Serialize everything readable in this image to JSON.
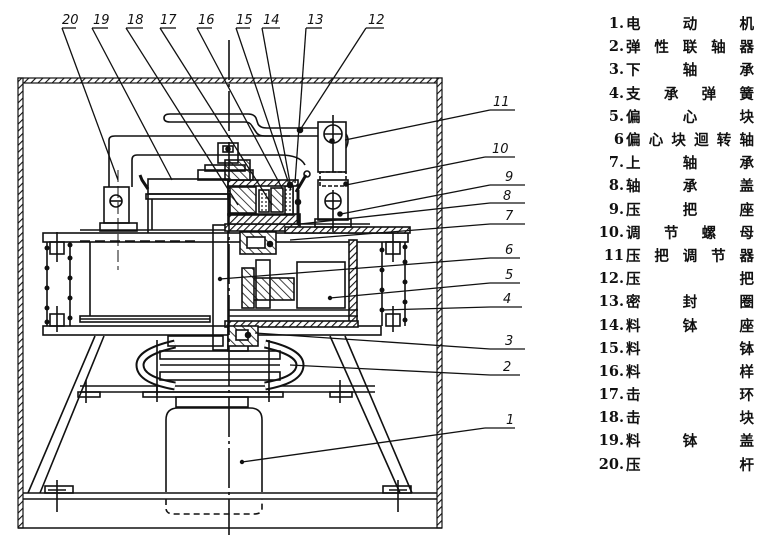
{
  "figure": {
    "title": "Vibrating disc mill structure diagram",
    "callouts": [
      "1",
      "2",
      "3",
      "4",
      "5",
      "6",
      "7",
      "8",
      "9",
      "10",
      "11",
      "12",
      "13",
      "14",
      "15",
      "16",
      "17",
      "18",
      "19",
      "20"
    ]
  },
  "legend": {
    "items": [
      {
        "num": "1.",
        "label": "电 动 机",
        "parts": [
          "电",
          "动",
          "机"
        ]
      },
      {
        "num": "2.",
        "label": "弹性联轴器",
        "parts": [
          "弹",
          "性",
          "联",
          "轴",
          "器"
        ]
      },
      {
        "num": "3.",
        "label": "下 轴 承",
        "parts": [
          "下",
          "轴",
          "承"
        ]
      },
      {
        "num": "4.",
        "label": "支承弹簧",
        "parts": [
          "支",
          "承",
          "弹",
          "簧"
        ]
      },
      {
        "num": "5.",
        "label": "偏 心 块",
        "parts": [
          "偏",
          "心",
          "块"
        ]
      },
      {
        "num": "6",
        "label": "偏心块迴转轴",
        "parts": [
          "偏",
          "心",
          "块",
          "迴",
          "转",
          "轴"
        ]
      },
      {
        "num": "7.",
        "label": "上 轴 承",
        "parts": [
          "上",
          "轴",
          "承"
        ]
      },
      {
        "num": "8.",
        "label": "轴 承 盖",
        "parts": [
          "轴",
          "承",
          "盖"
        ]
      },
      {
        "num": "9.",
        "label": "压 把 座",
        "parts": [
          "压",
          "把",
          "座"
        ]
      },
      {
        "num": "10.",
        "label": "调节螺母",
        "parts": [
          "调",
          "节",
          "螺",
          "母"
        ]
      },
      {
        "num": "11",
        "label": "压把调节器",
        "parts": [
          "压",
          "把",
          "调",
          "节",
          "器"
        ]
      },
      {
        "num": "12.",
        "label": "压 把",
        "parts": [
          "压",
          "把"
        ]
      },
      {
        "num": "13.",
        "label": "密 封 圈",
        "parts": [
          "密",
          "封",
          "圈"
        ]
      },
      {
        "num": "14.",
        "label": "料 钵 座",
        "parts": [
          "料",
          "钵",
          "座"
        ]
      },
      {
        "num": "15.",
        "label": "料 钵",
        "parts": [
          "料",
          "钵"
        ]
      },
      {
        "num": "16.",
        "label": "料 样",
        "parts": [
          "料",
          "样"
        ]
      },
      {
        "num": "17.",
        "label": "击 环",
        "parts": [
          "击",
          "环"
        ]
      },
      {
        "num": "18.",
        "label": "击 块",
        "parts": [
          "击",
          "块"
        ]
      },
      {
        "num": "19.",
        "label": "料 钵 盖",
        "parts": [
          "料",
          "钵",
          "盖"
        ]
      },
      {
        "num": "20.",
        "label": "压 杆",
        "parts": [
          "压",
          "杆"
        ]
      }
    ]
  }
}
